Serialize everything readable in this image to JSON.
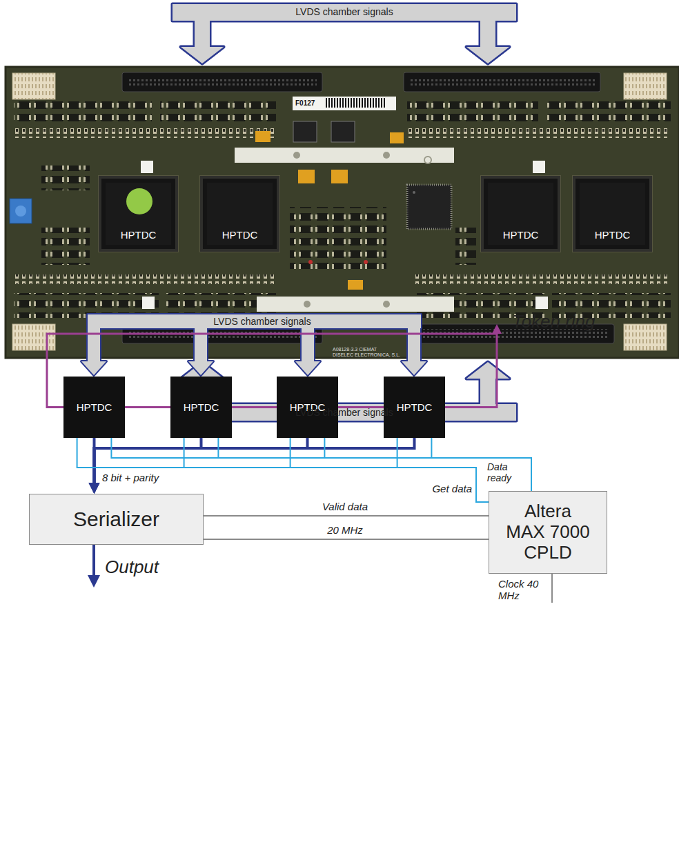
{
  "diagram": {
    "nodes": [
      {
        "text": [
          "HPTDC"
        ]
      },
      {
        "text": [
          "HPTDC"
        ]
      },
      {
        "text": [
          "HPTDC"
        ]
      },
      {
        "text": [
          "HPTDC"
        ]
      },
      {
        "text": [
          "HPTDC"
        ]
      },
      {
        "text": [
          "HPTDC"
        ]
      },
      {
        "text": [
          "HPTDC"
        ]
      },
      {
        "text": [
          "HPTDC"
        ]
      },
      {
        "text": [
          "Serializer"
        ]
      },
      {
        "text": [
          "Altera MAX 7000 CPLD"
        ]
      }
    ],
    "edges": [
      {
        "from": 4,
        "to": 5,
        "arrow": "none"
      },
      {
        "from": 5,
        "to": 6,
        "arrow": "none"
      },
      {
        "from": 6,
        "to": 7,
        "arrow": "none"
      },
      {
        "from": 7,
        "to": 4,
        "arrow": "to"
      },
      {
        "from": 4,
        "to": 8,
        "label": "8 bit + parity",
        "arrow": "to"
      },
      {
        "from": 5,
        "to": 8,
        "arrow": "to"
      },
      {
        "from": 6,
        "to": 8,
        "arrow": "to"
      },
      {
        "from": 7,
        "to": 8,
        "arrow": "to"
      },
      {
        "from": 4,
        "to": 9,
        "label": "Data ready",
        "arrow": "none"
      },
      {
        "from": 5,
        "to": 9,
        "arrow": "none"
      },
      {
        "from": 6,
        "to": 9,
        "arrow": "none"
      },
      {
        "from": 7,
        "to": 9,
        "arrow": "none"
      },
      {
        "from": 9,
        "to": 4,
        "label": "Get data",
        "arrow": "none"
      },
      {
        "from": 9,
        "to": 5,
        "arrow": "none"
      },
      {
        "from": 9,
        "to": 6,
        "arrow": "none"
      },
      {
        "from": 9,
        "to": 7,
        "arrow": "none"
      },
      {
        "from": 9,
        "to": 8,
        "label": "Valid data",
        "arrow": "none"
      },
      {
        "from": 9,
        "to": 8,
        "label": "20 MHz",
        "arrow": "none"
      }
    ],
    "labels": [
      "LVDS chamber signals",
      "LVDS chamber signals",
      "F0127",
      "A08128-3.3 CIEMAT",
      "DISELEC ELECTRONICA, S.L.",
      "LVDS chamber signals",
      "Token ring",
      "Output",
      "Clock 40 MHz"
    ]
  }
}
